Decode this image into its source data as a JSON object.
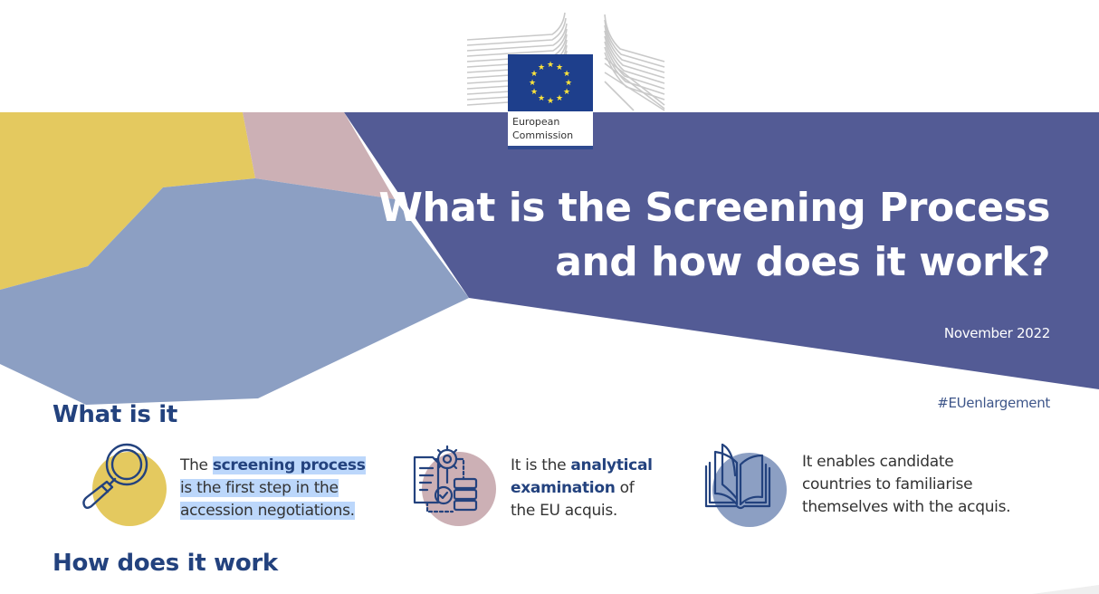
{
  "header": {
    "logo": {
      "name": "european-commission-logo",
      "line1": "European",
      "line2": "Commission",
      "flag_color": "#1e3f8c",
      "star_color": "#ffe53a"
    },
    "title_line1": "What is the Screening Process",
    "title_line2": "and how does it work?",
    "date": "November 2022",
    "hashtag": "#EUenlargement"
  },
  "colors": {
    "banner": "#535b95",
    "yellow": "#e4c95f",
    "pink": "#ccb0b5",
    "light_blue": "#8c9fc3",
    "heading": "#23427e",
    "selection": "#bcd7fb"
  },
  "sections": {
    "what_is_it": {
      "heading": "What is it",
      "items": [
        {
          "icon": "magnifier-icon",
          "circle_color": "#e4c95f",
          "lines": [
            {
              "plain": "The ",
              "sel_plain": "s",
              "sel_em": "creening process"
            },
            {
              "sel": "is the first step in the"
            },
            {
              "sel": "accession negotiations."
            }
          ]
        },
        {
          "icon": "analysis-gear-flowchart-icon",
          "circle_color": "#ccb0b5",
          "lines": [
            {
              "plain": "It is the ",
              "em": "analytical"
            },
            {
              "em": "examination",
              "plain_after": " of"
            },
            {
              "plain": "the EU acquis."
            }
          ]
        },
        {
          "icon": "open-book-icon",
          "circle_color": "#8c9fc3",
          "lines": [
            {
              "plain": "It enables candidate"
            },
            {
              "plain": "countries to familiarise"
            },
            {
              "plain": "themselves with the acquis."
            }
          ]
        }
      ]
    },
    "how_does_it_work": {
      "heading": "How does it work"
    }
  }
}
